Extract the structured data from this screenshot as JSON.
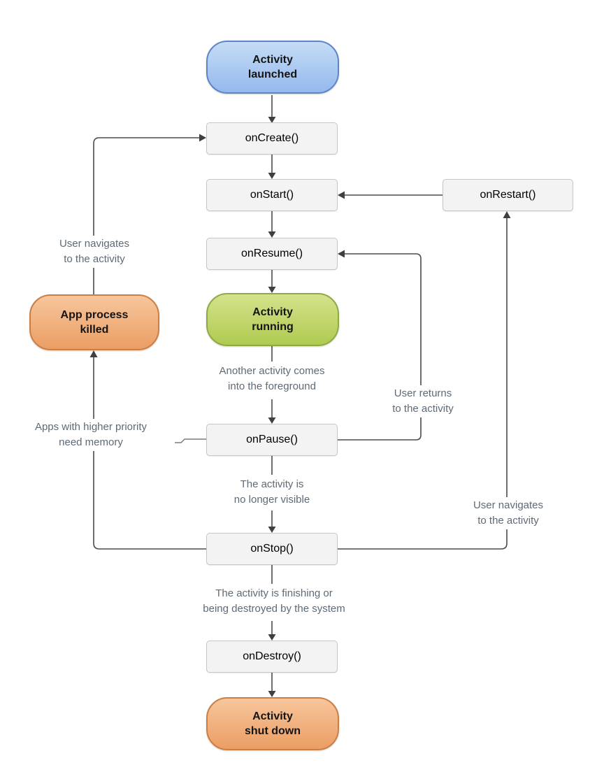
{
  "nodes": {
    "activity_launched": "Activity\nlaunched",
    "on_create": "onCreate()",
    "on_start": "onStart()",
    "on_restart": "onRestart()",
    "on_resume": "onResume()",
    "activity_running": "Activity\nrunning",
    "app_process_killed": "App process\nkilled",
    "on_pause": "onPause()",
    "on_stop": "onStop()",
    "on_destroy": "onDestroy()",
    "activity_shut_down": "Activity\nshut down"
  },
  "callouts": {
    "user_navigates_left": "User navigates\nto the activity",
    "another_activity_foreground": "Another activity comes\ninto the foreground",
    "user_returns": "User returns\nto the activity",
    "apps_higher_priority": "Apps with higher priority\nneed memory",
    "activity_not_visible": "The activity is\nno longer visible",
    "user_navigates_right": "User navigates\nto the activity",
    "activity_finishing": "The activity is finishing or\nbeing destroyed by the system"
  },
  "colors": {
    "launched_top": "#c6dcf6",
    "launched_bottom": "#93b9ec",
    "launched_border": "#5e86c4",
    "running_top": "#d4e28c",
    "running_bottom": "#b0ca50",
    "running_border": "#8fa944",
    "killed_top": "#f7c69c",
    "killed_bottom": "#eb9e64",
    "killed_border": "#c97f45",
    "box_fill": "#f3f3f3",
    "box_border": "#c6c6c6",
    "connector": "#4b4b4b",
    "note_text": "#5e6a76"
  }
}
